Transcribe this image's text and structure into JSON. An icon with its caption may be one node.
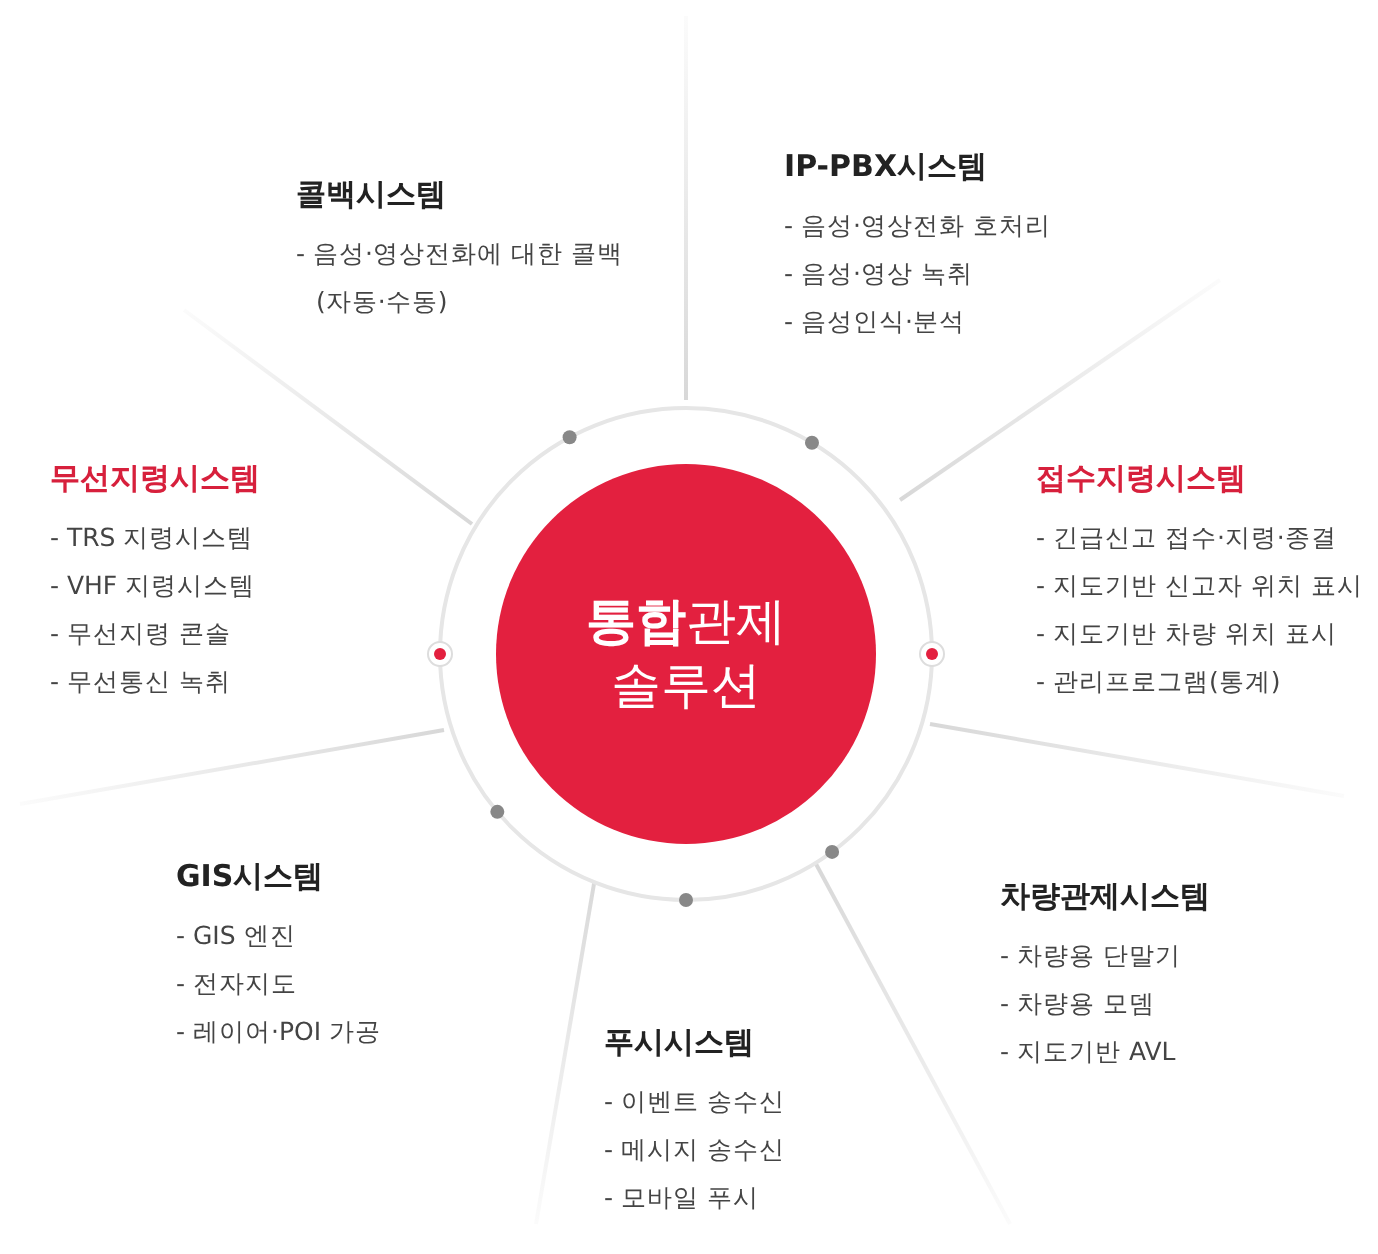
{
  "diagram": {
    "nodes": [
      {
        "text": [
          "**통합**관제 솔루션"
        ]
      },
      {
        "text": [
          "콜백시스템",
          "- 음성·영상전화에 대한 콜백(자동·수동)"
        ]
      },
      {
        "text": [
          "IP-PBX시스템",
          "- 음성·영상전화 호처리",
          "- 음성·영상 녹취",
          "- 음성인식·분석"
        ]
      },
      {
        "text": [
          "무선지령시스템",
          "- TRS 지령시스템",
          "- VHF 지령시스템",
          "- 무선지령 콘솔",
          "- 무선통신 녹취"
        ]
      },
      {
        "text": [
          "접수지령시스템",
          "- 긴급신고 접수·지령·종결",
          "- 지도기반 신고자 위치 표시",
          "- 지도기반 차량 위치 표시",
          "- 관리프로그램(통계)"
        ]
      },
      {
        "text": [
          "GIS시스템",
          "- GIS 엔진",
          "- 전자지도",
          "- 레이어·POI 가공"
        ]
      },
      {
        "text": [
          "차량관제시스템",
          "- 차량용 단말기",
          "- 차량용 모뎀",
          "- 지도기반 AVL"
        ]
      },
      {
        "text": [
          "푸시시스템",
          "- 이벤트 송수신",
          "- 메시지 송수신",
          "- 모바일 푸시"
        ]
      }
    ]
  }
}
